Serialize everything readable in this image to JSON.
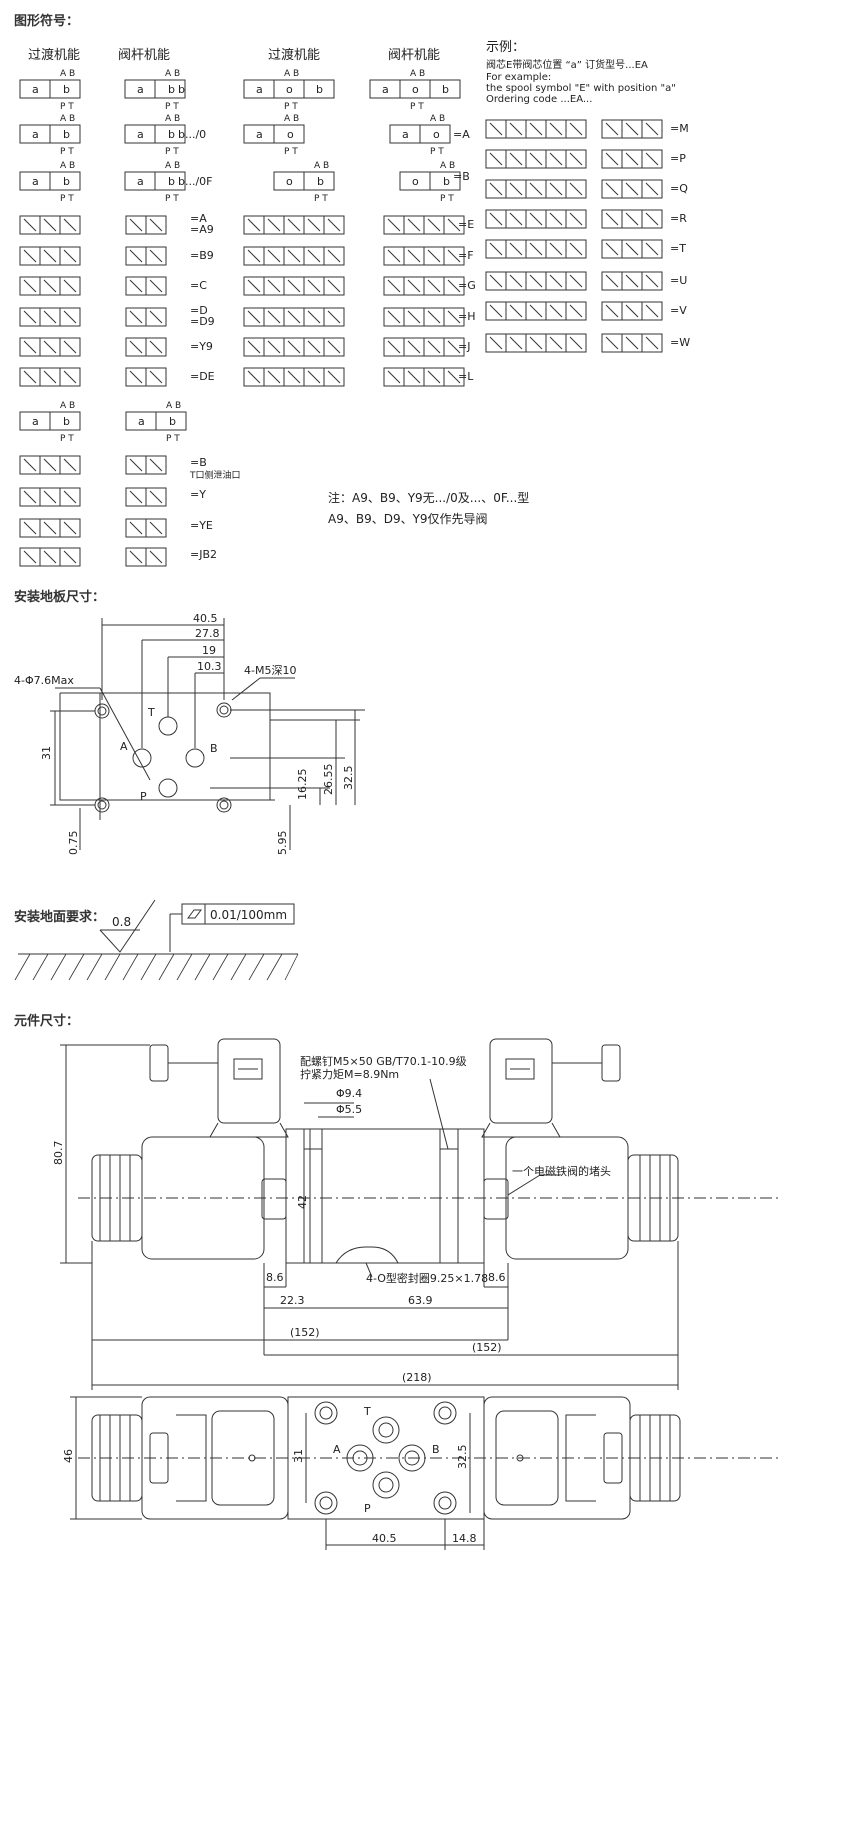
{
  "sections": {
    "symbols": "图形符号：",
    "plate": "安装地板尺寸：",
    "surface": "安装地面要求：",
    "dims": "元件尺寸："
  },
  "headers": {
    "trans1": "过渡机能",
    "spool1": "阀杆机能",
    "trans2": "过渡机能",
    "spool2": "阀杆机能"
  },
  "example": {
    "title": "示例：",
    "line_cn": "阀芯E带阀芯位置 “a” 订货型号...EA",
    "line_en1": "For example:",
    "line_en2": "the spool symbol \"E\" with position \"a\"",
    "line_en3": "Ordering code ...EA..."
  },
  "port_labels": {
    "ab": "A B",
    "pt": "P T",
    "a": "a",
    "b": "b",
    "o": "o"
  },
  "upper_codes": {
    "b": "b",
    "b0": "b.../0",
    "b0f": "b.../0F",
    "a": "=A",
    "b_right": "=B"
  },
  "left_codes": [
    "=A\n=A9",
    "=B9",
    "=C",
    "=D\n=D9",
    "=Y9",
    "=DE"
  ],
  "mid_codes": [
    "=E",
    "=F",
    "=G",
    "=H",
    "=J",
    "=L"
  ],
  "right_codes": [
    "=M",
    "=P",
    "=Q",
    "=R",
    "=T",
    "=U",
    "=V",
    "=W"
  ],
  "lower_codes": [
    "=B",
    "=Y",
    "=YE",
    "=JB2"
  ],
  "lower_note": "T口侧泄油口",
  "note_line1": "注：A9、B9、Y9无.../0及...、0F...型",
  "note_line2": "A9、B9、D9、Y9仅作先导阀",
  "plate": {
    "d405": "40.5",
    "d278": "27.8",
    "d19": "19",
    "d103": "10.3",
    "hole": "4-Φ7.6Max",
    "thread": "4-M5深10",
    "d31": "31",
    "d1625": "16.25",
    "d2655": "26.55",
    "d325": "32.5",
    "d075": "0.75",
    "d595": "5.95",
    "T": "T",
    "A": "A",
    "B": "B",
    "P": "P"
  },
  "surface": {
    "roughness": "0.8",
    "flatness": "0.01/100mm"
  },
  "dims": {
    "screw1": "配螺钉M5×50 GB/T70.1-10.9级",
    "screw2": "拧紧力矩M=8.9Nm",
    "phi94": "Φ9.4",
    "phi55": "Φ5.5",
    "plug": "一个电磁铁阀的堵头",
    "d807": "80.7",
    "d42": "42",
    "d86a": "8.6",
    "d86b": "8.6",
    "oring": "4-O型密封圈9.25×1.78",
    "d223": "22.3",
    "d639": "63.9",
    "d152a": "(152)",
    "d152b": "(152)",
    "d218": "(218)",
    "d46": "46",
    "d31": "31",
    "d325": "32.5",
    "d405": "40.5",
    "d148": "14.8",
    "T": "T",
    "A": "A",
    "B": "B",
    "P": "P"
  }
}
